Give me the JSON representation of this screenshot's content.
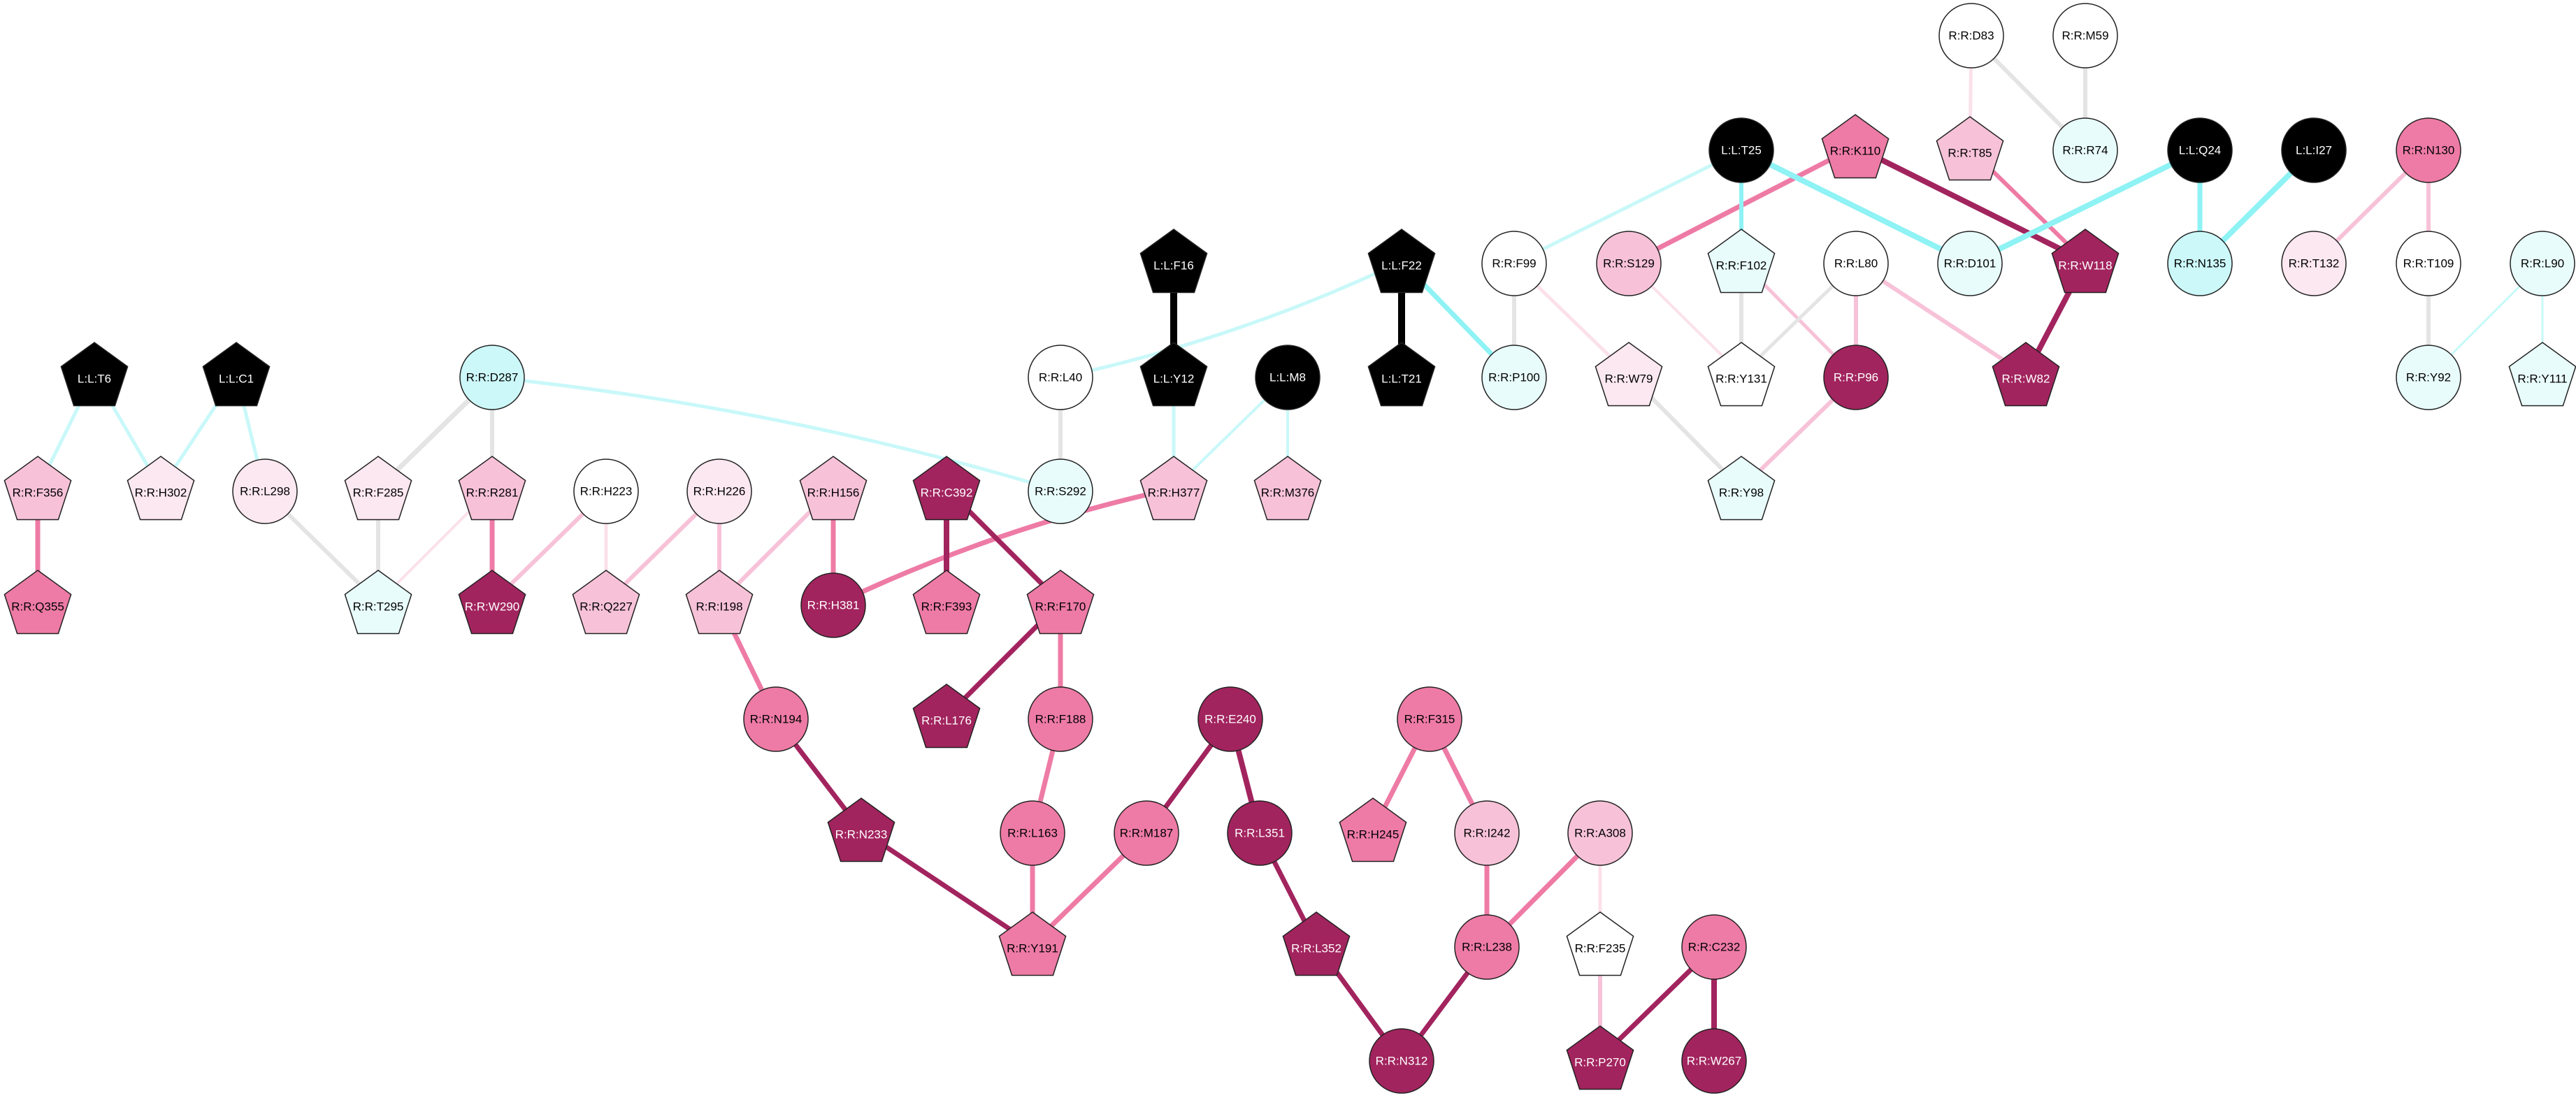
{
  "colors": {
    "black": "#000000",
    "dark": "#a2245e",
    "mid": "#ee7ba5",
    "light": "#f7c2d8",
    "pale": "#fce8f0",
    "white": "#ffffff",
    "cyan_light": "#e9fcfc",
    "cyan": "#ccf8f9",
    "edge_gray": "#e4e4e4",
    "edge_cyan": "#c9f8f9",
    "edge_cyan_strong": "#8ff2f4",
    "edge_pale": "#fbe1eb"
  },
  "nodes": [
    {
      "id": "R:R:D83",
      "shape": "circle",
      "fill": "white"
    },
    {
      "id": "R:R:M59",
      "shape": "circle",
      "fill": "white"
    },
    {
      "id": "L:L:T25",
      "shape": "circle",
      "fill": "black"
    },
    {
      "id": "R:R:K110",
      "shape": "pentagon",
      "fill": "mid"
    },
    {
      "id": "R:R:T85",
      "shape": "pentagon",
      "fill": "light"
    },
    {
      "id": "R:R:R74",
      "shape": "circle",
      "fill": "cyan_light"
    },
    {
      "id": "L:L:Q24",
      "shape": "circle",
      "fill": "black"
    },
    {
      "id": "L:L:I27",
      "shape": "circle",
      "fill": "black"
    },
    {
      "id": "R:R:N130",
      "shape": "circle",
      "fill": "mid"
    },
    {
      "id": "R:R:F99",
      "shape": "circle",
      "fill": "white"
    },
    {
      "id": "R:R:S129",
      "shape": "circle",
      "fill": "light"
    },
    {
      "id": "R:R:F102",
      "shape": "pentagon",
      "fill": "cyan_light"
    },
    {
      "id": "R:R:L80",
      "shape": "circle",
      "fill": "white"
    },
    {
      "id": "R:R:D101",
      "shape": "circle",
      "fill": "cyan_light"
    },
    {
      "id": "R:R:W118",
      "shape": "pentagon",
      "fill": "dark"
    },
    {
      "id": "R:R:N135",
      "shape": "circle",
      "fill": "cyan"
    },
    {
      "id": "R:R:T132",
      "shape": "circle",
      "fill": "pale"
    },
    {
      "id": "R:R:T109",
      "shape": "circle",
      "fill": "white"
    },
    {
      "id": "R:R:L90",
      "shape": "circle",
      "fill": "cyan_light"
    },
    {
      "id": "L:L:F16",
      "shape": "pentagon",
      "fill": "black"
    },
    {
      "id": "L:L:F22",
      "shape": "pentagon",
      "fill": "black"
    },
    {
      "id": "L:L:T6",
      "shape": "pentagon",
      "fill": "black"
    },
    {
      "id": "L:L:C1",
      "shape": "pentagon",
      "fill": "black"
    },
    {
      "id": "R:R:D287",
      "shape": "circle",
      "fill": "cyan"
    },
    {
      "id": "R:R:L40",
      "shape": "circle",
      "fill": "white"
    },
    {
      "id": "L:L:Y12",
      "shape": "pentagon",
      "fill": "black"
    },
    {
      "id": "L:L:M8",
      "shape": "circle",
      "fill": "black"
    },
    {
      "id": "L:L:T21",
      "shape": "pentagon",
      "fill": "black"
    },
    {
      "id": "R:R:P100",
      "shape": "circle",
      "fill": "cyan_light"
    },
    {
      "id": "R:R:W79",
      "shape": "pentagon",
      "fill": "pale"
    },
    {
      "id": "R:R:Y131",
      "shape": "pentagon",
      "fill": "white"
    },
    {
      "id": "R:R:P96",
      "shape": "circle",
      "fill": "dark"
    },
    {
      "id": "R:R:W82",
      "shape": "pentagon",
      "fill": "dark"
    },
    {
      "id": "R:R:Y92",
      "shape": "circle",
      "fill": "cyan_light"
    },
    {
      "id": "R:R:Y111",
      "shape": "pentagon",
      "fill": "cyan_light"
    },
    {
      "id": "R:R:F356",
      "shape": "pentagon",
      "fill": "light"
    },
    {
      "id": "R:R:H302",
      "shape": "pentagon",
      "fill": "pale"
    },
    {
      "id": "R:R:L298",
      "shape": "circle",
      "fill": "pale"
    },
    {
      "id": "R:R:F285",
      "shape": "pentagon",
      "fill": "pale"
    },
    {
      "id": "R:R:R281",
      "shape": "pentagon",
      "fill": "light"
    },
    {
      "id": "R:R:H223",
      "shape": "circle",
      "fill": "white"
    },
    {
      "id": "R:R:H226",
      "shape": "circle",
      "fill": "pale"
    },
    {
      "id": "R:R:H156",
      "shape": "pentagon",
      "fill": "light"
    },
    {
      "id": "R:R:C392",
      "shape": "pentagon",
      "fill": "dark"
    },
    {
      "id": "R:R:S292",
      "shape": "circle",
      "fill": "cyan_light"
    },
    {
      "id": "R:R:H377",
      "shape": "pentagon",
      "fill": "light"
    },
    {
      "id": "R:R:M376",
      "shape": "pentagon",
      "fill": "light"
    },
    {
      "id": "R:R:Y98",
      "shape": "pentagon",
      "fill": "cyan_light"
    },
    {
      "id": "R:R:Q355",
      "shape": "pentagon",
      "fill": "mid"
    },
    {
      "id": "R:R:T295",
      "shape": "pentagon",
      "fill": "cyan_light"
    },
    {
      "id": "R:R:W290",
      "shape": "pentagon",
      "fill": "dark"
    },
    {
      "id": "R:R:Q227",
      "shape": "pentagon",
      "fill": "light"
    },
    {
      "id": "R:R:I198",
      "shape": "pentagon",
      "fill": "light"
    },
    {
      "id": "R:R:H381",
      "shape": "circle",
      "fill": "dark"
    },
    {
      "id": "R:R:F393",
      "shape": "pentagon",
      "fill": "mid"
    },
    {
      "id": "R:R:F170",
      "shape": "pentagon",
      "fill": "mid"
    },
    {
      "id": "R:R:N194",
      "shape": "circle",
      "fill": "mid"
    },
    {
      "id": "R:R:L176",
      "shape": "pentagon",
      "fill": "dark"
    },
    {
      "id": "R:R:F188",
      "shape": "circle",
      "fill": "mid"
    },
    {
      "id": "R:R:E240",
      "shape": "circle",
      "fill": "dark"
    },
    {
      "id": "R:R:F315",
      "shape": "circle",
      "fill": "mid"
    },
    {
      "id": "R:R:N233",
      "shape": "pentagon",
      "fill": "dark"
    },
    {
      "id": "R:R:L163",
      "shape": "circle",
      "fill": "mid"
    },
    {
      "id": "R:R:M187",
      "shape": "circle",
      "fill": "mid"
    },
    {
      "id": "R:R:L351",
      "shape": "circle",
      "fill": "dark"
    },
    {
      "id": "R:R:H245",
      "shape": "pentagon",
      "fill": "mid"
    },
    {
      "id": "R:R:I242",
      "shape": "circle",
      "fill": "light"
    },
    {
      "id": "R:R:A308",
      "shape": "circle",
      "fill": "light"
    },
    {
      "id": "R:R:Y191",
      "shape": "pentagon",
      "fill": "mid"
    },
    {
      "id": "R:R:L352",
      "shape": "pentagon",
      "fill": "dark"
    },
    {
      "id": "R:R:L238",
      "shape": "circle",
      "fill": "mid"
    },
    {
      "id": "R:R:F235",
      "shape": "pentagon",
      "fill": "white"
    },
    {
      "id": "R:R:C232",
      "shape": "circle",
      "fill": "mid"
    },
    {
      "id": "R:R:N312",
      "shape": "circle",
      "fill": "dark"
    },
    {
      "id": "R:R:P270",
      "shape": "pentagon",
      "fill": "dark"
    },
    {
      "id": "R:R:W267",
      "shape": "circle",
      "fill": "dark"
    }
  ],
  "edges": [
    {
      "s": "R:R:D83",
      "t": "R:R:T85",
      "color": "edge_pale",
      "w": 5
    },
    {
      "s": "R:R:D83",
      "t": "R:R:R74",
      "color": "edge_gray",
      "w": 6
    },
    {
      "s": "R:R:M59",
      "t": "R:R:R74",
      "color": "edge_gray",
      "w": 6
    },
    {
      "s": "R:R:T85",
      "t": "R:R:W118",
      "color": "mid",
      "w": 6
    },
    {
      "s": "R:R:K110",
      "t": "R:R:W118",
      "color": "dark",
      "w": 8
    },
    {
      "s": "R:R:K110",
      "t": "R:R:S129",
      "color": "mid",
      "w": 7
    },
    {
      "s": "L:L:T25",
      "t": "R:R:F99",
      "color": "edge_cyan",
      "w": 5
    },
    {
      "s": "L:L:T25",
      "t": "R:R:F102",
      "color": "edge_cyan_strong",
      "w": 6
    },
    {
      "s": "L:L:T25",
      "t": "R:R:D101",
      "color": "edge_cyan_strong",
      "w": 8
    },
    {
      "s": "L:L:Q24",
      "t": "R:R:D101",
      "color": "edge_cyan_strong",
      "w": 8
    },
    {
      "s": "L:L:I27",
      "t": "R:R:N135",
      "color": "edge_cyan_strong",
      "w": 8
    },
    {
      "s": "L:L:Q24",
      "t": "R:R:N135",
      "color": "edge_cyan_strong",
      "w": 7
    },
    {
      "s": "R:R:N130",
      "t": "R:R:T132",
      "color": "light",
      "w": 6
    },
    {
      "s": "R:R:N130",
      "t": "R:R:T109",
      "color": "light",
      "w": 6
    },
    {
      "s": "R:R:T109",
      "t": "R:R:Y92",
      "color": "edge_gray",
      "w": 6
    },
    {
      "s": "R:R:L90",
      "t": "R:R:Y92",
      "color": "edge_cyan",
      "w": 3
    },
    {
      "s": "R:R:L90",
      "t": "R:R:Y111",
      "color": "edge_cyan",
      "w": 3
    },
    {
      "s": "R:R:W118",
      "t": "R:R:W82",
      "color": "dark",
      "w": 8
    },
    {
      "s": "R:R:F99",
      "t": "R:R:P100",
      "color": "edge_gray",
      "w": 6
    },
    {
      "s": "R:R:F99",
      "t": "R:R:W79",
      "color": "edge_pale",
      "w": 5
    },
    {
      "s": "R:R:S129",
      "t": "R:R:Y131",
      "color": "edge_pale",
      "w": 4
    },
    {
      "s": "R:R:F102",
      "t": "R:R:Y131",
      "color": "edge_gray",
      "w": 6
    },
    {
      "s": "R:R:F102",
      "t": "R:R:P96",
      "color": "light",
      "w": 5
    },
    {
      "s": "R:R:L80",
      "t": "R:R:Y131",
      "color": "edge_gray",
      "w": 5
    },
    {
      "s": "R:R:L80",
      "t": "R:R:P96",
      "color": "light",
      "w": 6
    },
    {
      "s": "R:R:L80",
      "t": "R:R:W82",
      "color": "light",
      "w": 6
    },
    {
      "s": "R:R:W79",
      "t": "R:R:Y98",
      "color": "edge_gray",
      "w": 6
    },
    {
      "s": "R:R:P96",
      "t": "R:R:Y98",
      "color": "light",
      "w": 6
    },
    {
      "s": "L:L:F16",
      "t": "L:L:Y12",
      "color": "black",
      "w": 10
    },
    {
      "s": "L:L:F22",
      "t": "L:L:T21",
      "color": "black",
      "w": 10
    },
    {
      "s": "L:L:F22",
      "t": "R:R:P100",
      "color": "edge_cyan_strong",
      "w": 7
    },
    {
      "s": "L:L:F22",
      "t": "R:R:L40",
      "color": "edge_cyan",
      "w": 5,
      "curve": -30
    },
    {
      "s": "L:L:Y12",
      "t": "R:R:H377",
      "color": "edge_cyan",
      "w": 5
    },
    {
      "s": "L:L:M8",
      "t": "R:R:H377",
      "color": "edge_cyan",
      "w": 4
    },
    {
      "s": "L:L:M8",
      "t": "R:R:M376",
      "color": "edge_cyan",
      "w": 4
    },
    {
      "s": "R:R:L40",
      "t": "R:R:S292",
      "color": "edge_gray",
      "w": 6
    },
    {
      "s": "R:R:D287",
      "t": "R:R:S292",
      "color": "edge_cyan",
      "w": 5,
      "curve": -40
    },
    {
      "s": "R:R:D287",
      "t": "R:R:F285",
      "color": "edge_gray",
      "w": 7
    },
    {
      "s": "R:R:D287",
      "t": "R:R:R281",
      "color": "edge_gray",
      "w": 6
    },
    {
      "s": "L:L:T6",
      "t": "R:R:F356",
      "color": "edge_cyan",
      "w": 5
    },
    {
      "s": "L:L:T6",
      "t": "R:R:H302",
      "color": "edge_cyan",
      "w": 5
    },
    {
      "s": "L:L:C1",
      "t": "R:R:H302",
      "color": "edge_cyan",
      "w": 5
    },
    {
      "s": "L:L:C1",
      "t": "R:R:L298",
      "color": "edge_cyan",
      "w": 5
    },
    {
      "s": "R:R:F356",
      "t": "R:R:Q355",
      "color": "mid",
      "w": 7
    },
    {
      "s": "R:R:L298",
      "t": "R:R:T295",
      "color": "edge_gray",
      "w": 6
    },
    {
      "s": "R:R:F285",
      "t": "R:R:T295",
      "color": "edge_gray",
      "w": 6
    },
    {
      "s": "R:R:R281",
      "t": "R:R:T295",
      "color": "edge_pale",
      "w": 4
    },
    {
      "s": "R:R:R281",
      "t": "R:R:W290",
      "color": "mid",
      "w": 7
    },
    {
      "s": "R:R:H223",
      "t": "R:R:W290",
      "color": "light",
      "w": 6
    },
    {
      "s": "R:R:H223",
      "t": "R:R:Q227",
      "color": "edge_pale",
      "w": 5
    },
    {
      "s": "R:R:H226",
      "t": "R:R:Q227",
      "color": "light",
      "w": 6
    },
    {
      "s": "R:R:H226",
      "t": "R:R:I198",
      "color": "light",
      "w": 6
    },
    {
      "s": "R:R:H156",
      "t": "R:R:I198",
      "color": "light",
      "w": 6
    },
    {
      "s": "R:R:H156",
      "t": "R:R:H381",
      "color": "mid",
      "w": 7
    },
    {
      "s": "R:R:H377",
      "t": "R:R:H381",
      "color": "mid",
      "w": 7,
      "curve": 30
    },
    {
      "s": "R:R:C392",
      "t": "R:R:F393",
      "color": "dark",
      "w": 8
    },
    {
      "s": "R:R:C392",
      "t": "R:R:F170",
      "color": "dark",
      "w": 7
    },
    {
      "s": "R:R:F170",
      "t": "R:R:L176",
      "color": "dark",
      "w": 7
    },
    {
      "s": "R:R:F170",
      "t": "R:R:F188",
      "color": "mid",
      "w": 7
    },
    {
      "s": "R:R:I198",
      "t": "R:R:N194",
      "color": "mid",
      "w": 7
    },
    {
      "s": "R:R:N194",
      "t": "R:R:N233",
      "color": "dark",
      "w": 7
    },
    {
      "s": "R:R:N233",
      "t": "R:R:Y191",
      "color": "dark",
      "w": 7
    },
    {
      "s": "R:R:F188",
      "t": "R:R:L163",
      "color": "mid",
      "w": 7
    },
    {
      "s": "R:R:L163",
      "t": "R:R:Y191",
      "color": "mid",
      "w": 7
    },
    {
      "s": "R:R:M187",
      "t": "R:R:Y191",
      "color": "mid",
      "w": 7
    },
    {
      "s": "R:R:E240",
      "t": "R:R:M187",
      "color": "dark",
      "w": 7
    },
    {
      "s": "R:R:E240",
      "t": "R:R:L351",
      "color": "dark",
      "w": 8
    },
    {
      "s": "R:R:L351",
      "t": "R:R:L352",
      "color": "dark",
      "w": 7
    },
    {
      "s": "R:R:L352",
      "t": "R:R:N312",
      "color": "dark",
      "w": 7
    },
    {
      "s": "R:R:N312",
      "t": "R:R:L238",
      "color": "dark",
      "w": 7
    },
    {
      "s": "R:R:F315",
      "t": "R:R:H245",
      "color": "mid",
      "w": 7
    },
    {
      "s": "R:R:F315",
      "t": "R:R:I242",
      "color": "mid",
      "w": 7
    },
    {
      "s": "R:R:I242",
      "t": "R:R:L238",
      "color": "mid",
      "w": 7
    },
    {
      "s": "R:R:A308",
      "t": "R:R:L238",
      "color": "mid",
      "w": 7
    },
    {
      "s": "R:R:A308",
      "t": "R:R:F235",
      "color": "edge_pale",
      "w": 5
    },
    {
      "s": "R:R:F235",
      "t": "R:R:P270",
      "color": "light",
      "w": 6
    },
    {
      "s": "R:R:C232",
      "t": "R:R:P270",
      "color": "dark",
      "w": 7
    },
    {
      "s": "R:R:C232",
      "t": "R:R:W267",
      "color": "dark",
      "w": 8
    }
  ]
}
